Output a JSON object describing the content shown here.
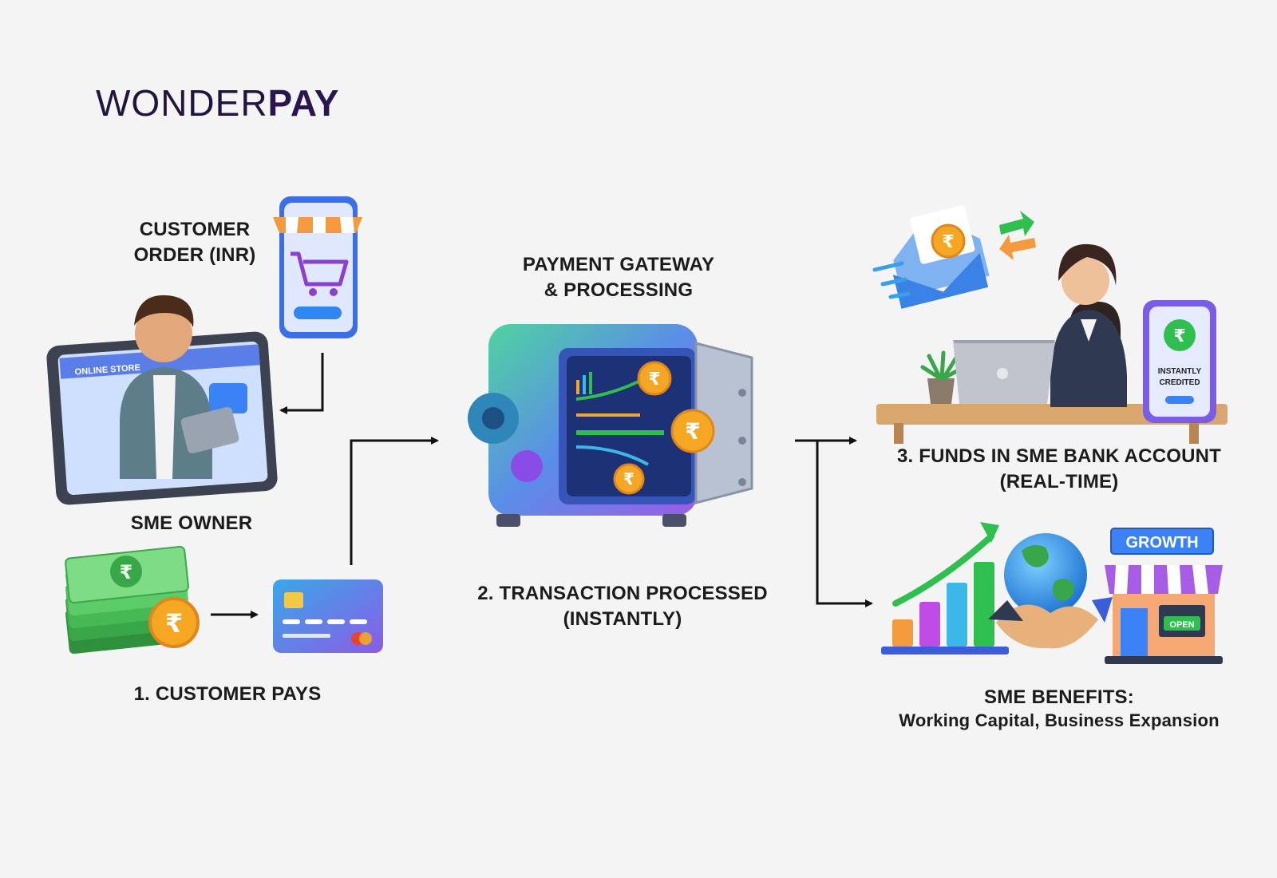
{
  "brand": {
    "part1": "WONDER",
    "part2": "PAY"
  },
  "labels": {
    "customer_order": [
      "CUSTOMER",
      "ORDER (INR)"
    ],
    "sme_owner": "SME OWNER",
    "customer_pays": "1. CUSTOMER PAYS",
    "gateway": [
      "PAYMENT GATEWAY",
      "& PROCESSING"
    ],
    "processed": [
      "2. TRANSACTION PROCESSED",
      "(INSTANTLY)"
    ],
    "funds": [
      "3. FUNDS IN SME BANK ACCOUNT",
      "(REAL-TIME)"
    ],
    "benefits_title": "SME BENEFITS:",
    "benefits_sub": "Working Capital, Business Expansion"
  },
  "illustration_text": {
    "online_store": "ONLINE STORE",
    "instantly_credited": [
      "INSTANTLY",
      "CREDITED"
    ],
    "growth": "GROWTH",
    "open": "OPEN",
    "currency_symbol": "₹"
  },
  "colors": {
    "background": "#f4f4f4",
    "brand_dark": "#22143e",
    "brand_purple": "#5b2bb8",
    "accent_orange": "#f5a623",
    "accent_green": "#2fbf4f",
    "accent_blue": "#3b82f6"
  }
}
